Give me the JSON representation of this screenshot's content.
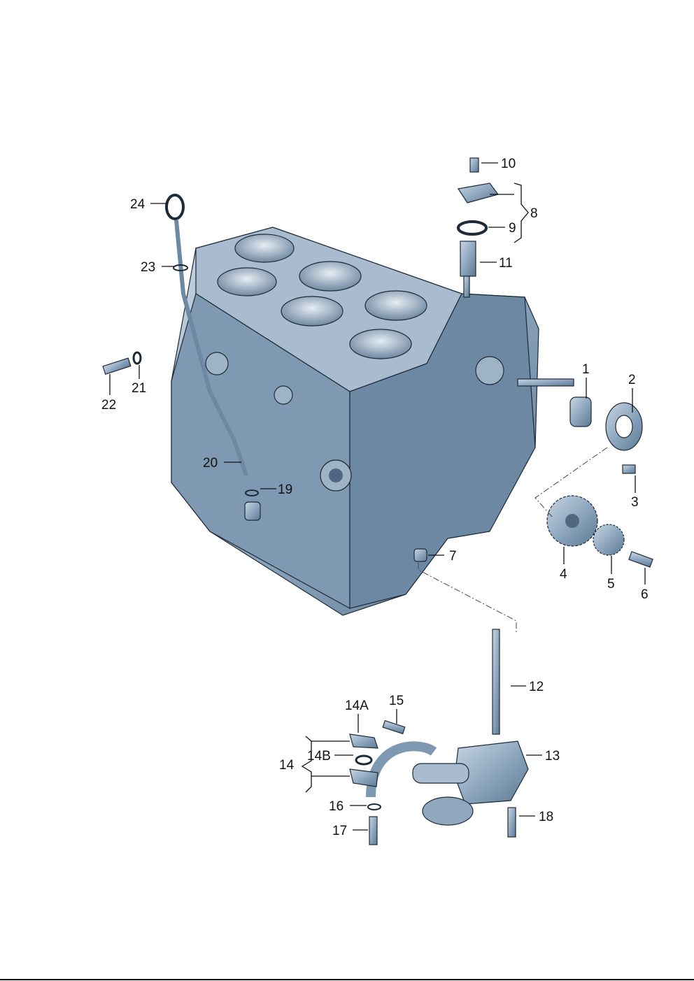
{
  "diagram": {
    "type": "exploded-parts-diagram",
    "colors": {
      "part_fill": "#8fa8c0",
      "part_dark": "#5d7893",
      "part_light": "#c9d6e3",
      "text": "#111111"
    },
    "callouts": {
      "c1": "1",
      "c2": "2",
      "c3": "3",
      "c4": "4",
      "c5": "5",
      "c6": "6",
      "c7": "7",
      "c8": "8",
      "c9": "9",
      "c10": "10",
      "c11": "11",
      "c12": "12",
      "c13": "13",
      "c14": "14",
      "c14a": "14A",
      "c14b": "14B",
      "c15": "15",
      "c16": "16",
      "c17": "17",
      "c18": "18",
      "c19": "19",
      "c20": "20",
      "c21": "21",
      "c22": "22",
      "c23": "23",
      "c24": "24"
    }
  }
}
